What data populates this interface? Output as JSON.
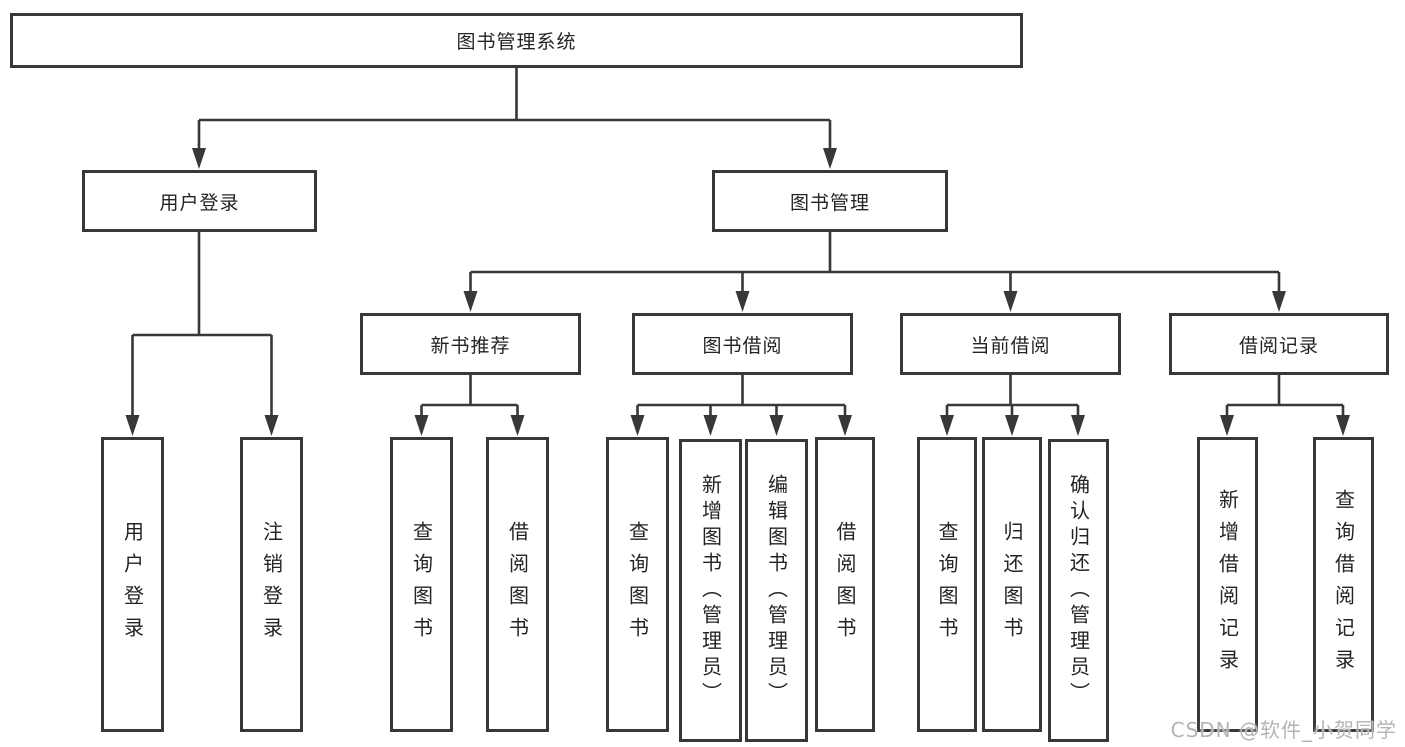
{
  "diagram": {
    "type": "hierarchy-tree",
    "nodes": {
      "root": "图书管理系统",
      "userLogin": "用户登录",
      "bookMgmt": "图书管理",
      "newRec": "新书推荐",
      "bookBorrow": "图书借阅",
      "curBorrow": "当前借阅",
      "borrowRec": "借阅记录",
      "leafUserLogin": "用户登录",
      "leafLogout": "注销登录",
      "recQuery": "查询图书",
      "recBorrow": "借阅图书",
      "bbQuery": "查询图书",
      "bbAdd": "新增图书（管理员）",
      "bbEdit": "编辑图书（管理员）",
      "bbBorrow": "借阅图书",
      "cbQuery": "查询图书",
      "cbReturn": "归还图书",
      "cbConfirm": "确认归还（管理员）",
      "brAdd": "新增借阅记录",
      "brQuery": "查询借阅记录"
    },
    "structure": {
      "图书管理系统": {
        "用户登录": [
          "用户登录",
          "注销登录"
        ],
        "图书管理": {
          "新书推荐": [
            "查询图书",
            "借阅图书"
          ],
          "图书借阅": [
            "查询图书",
            "新增图书（管理员）",
            "编辑图书（管理员）",
            "借阅图书"
          ],
          "当前借阅": [
            "查询图书",
            "归还图书",
            "确认归还（管理员）"
          ],
          "借阅记录": [
            "新增借阅记录",
            "查询借阅记录"
          ]
        }
      }
    },
    "line_color": "#383838",
    "box_background": "#ffffff"
  },
  "watermark": "CSDN @软件_小贺同学"
}
